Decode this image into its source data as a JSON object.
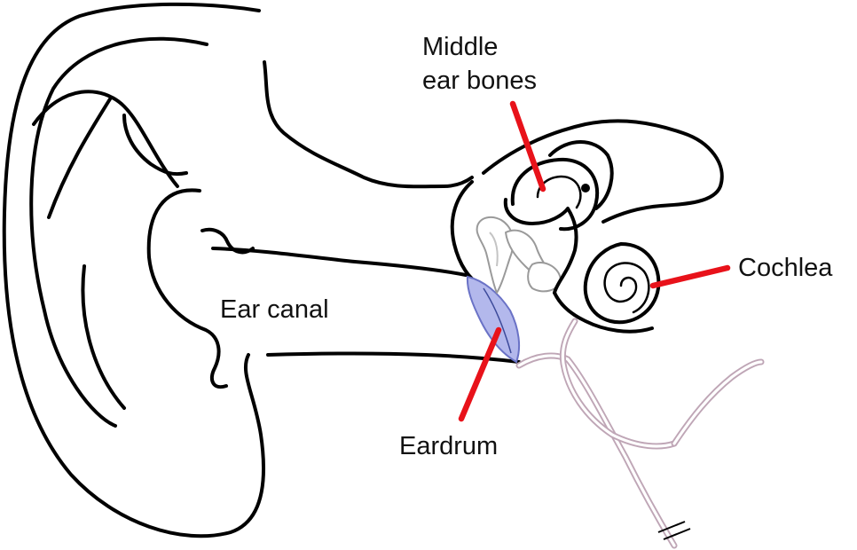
{
  "labels": {
    "middle_ear_bones_line1": "Middle",
    "middle_ear_bones_line2": "ear bones",
    "cochlea": "Cochlea",
    "ear_canal": "Ear canal",
    "eardrum": "Eardrum"
  },
  "colors": {
    "leader": "#e8121a",
    "eardrum_fill": "#b3b8ec",
    "eardrum_stroke": "#6a72c6",
    "nerve": "#bfa6b6",
    "outline": "#000000",
    "background": "#ffffff"
  }
}
